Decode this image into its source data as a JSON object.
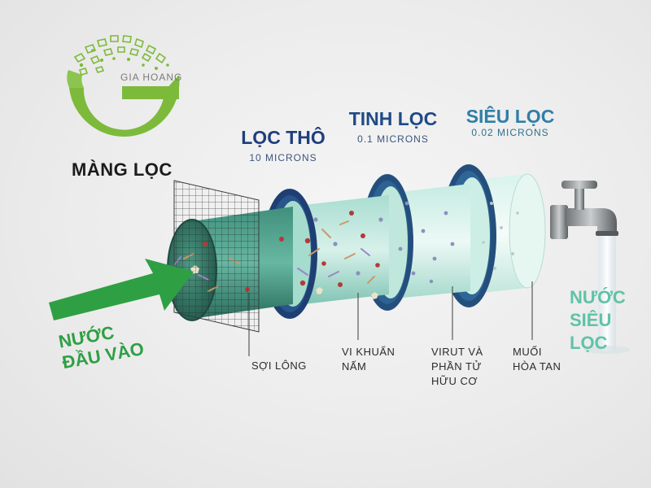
{
  "brand": {
    "name": "GIA HOANG",
    "subtitle": "MÀNG LỌC"
  },
  "stages": [
    {
      "title": "LỌC THÔ",
      "size": "10 MICRONS",
      "caption": "SỢI LÔNG"
    },
    {
      "title": "TINH LỌC",
      "size": "0.1 MICRONS",
      "caption": "VI KHUẨN\nNẤM"
    },
    {
      "title": "SIÊU LỌC",
      "size": "0.02 MICRONS",
      "caption": "VIRUT VÀ\nPHẦN TỬ\nHỮU CƠ"
    }
  ],
  "extra_caption": "MUỐI\nHÒA TAN",
  "inlet_label": "NƯỚC\nĐẦU VÀO",
  "outlet_label": "NƯỚC\nSIÊU LỌC",
  "colors": {
    "brand_green": "#7dba3b",
    "stage_title_blue": "#1f3e7d",
    "inlet_green": "#2ea043",
    "outlet_teal": "#5fc3a6",
    "ring_blue": "#244f7d"
  },
  "icons": [
    "logo-g-icon",
    "mesh-screen-icon",
    "water-tap-icon",
    "arrow-right-icon"
  ]
}
